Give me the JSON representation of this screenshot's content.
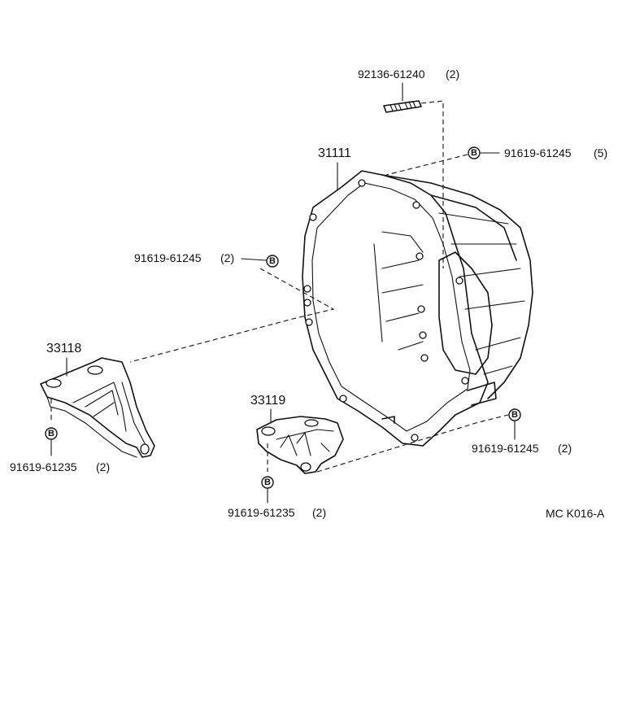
{
  "parts": {
    "stud_bolt": {
      "number": "92136-61240",
      "qty": "(2)"
    },
    "bellhousing": {
      "number": "31111"
    },
    "bolt_top_right": {
      "number": "91619-61245",
      "qty": "(5)",
      "marker": "B"
    },
    "bolt_left": {
      "number": "91619-61245",
      "qty": "(2)",
      "marker": "B"
    },
    "bracket_left": {
      "number": "33118"
    },
    "bracket_left_bolt": {
      "number": "91619-61235",
      "qty": "(2)",
      "marker": "B"
    },
    "bracket_right": {
      "number": "33119"
    },
    "bracket_right_bolt": {
      "number": "91619-61235",
      "qty": "(2)",
      "marker": "B"
    },
    "bolt_bottom_right": {
      "number": "91619-61245",
      "qty": "(2)",
      "marker": "B"
    }
  },
  "diagram_code": "MC K016-A"
}
